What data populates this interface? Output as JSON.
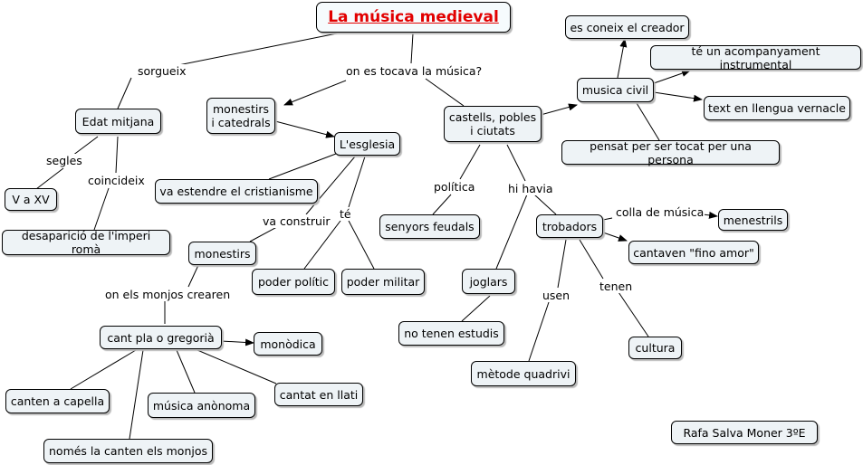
{
  "map": {
    "title": "La música medieval",
    "nodes": {
      "edat_mitjana": "Edat mitjana",
      "v_a_xv": "V a XV",
      "desaparicio": "desaparició de l'imperi romà",
      "monestirs_catedrals": "monestirs\ni catedrals",
      "esglesia": "L'esglesia",
      "estendre": "va estendre el cristianisme",
      "monestirs": "monestirs",
      "poder_politic": "poder polític",
      "poder_militar": "poder militar",
      "cant_pla": "cant pla o gregorià",
      "monodica": "monòdica",
      "capella": "canten a capella",
      "anonoma": "música anònoma",
      "llati": "cantat en llati",
      "monjos": "només la canten els monjos",
      "castells": "castells, pobles\ni ciutats",
      "musica_civil": "musica civil",
      "creador": "es coneix el creador",
      "acompanyament": "té un acompanyament instrumental",
      "vernacle": "text en llengua vernacle",
      "una_persona": "pensat per ser tocat per una persona",
      "senyors": "senyors feudals",
      "joglars": "joglars",
      "estudis": "no tenen estudis",
      "trobadors": "trobadors",
      "menestrils": "menestrils",
      "fino_amor": "cantaven \"fino amor\"",
      "quadrivi": "mètode quadrivi",
      "cultura": "cultura",
      "author": "Rafa Salva Moner    3ºE"
    },
    "labels": {
      "sorgueix": "sorgueix",
      "on_es_tocava": "on es tocava la música?",
      "segles": "segles",
      "coincideix": "coincideix",
      "va_construir": "va construir",
      "te": "té",
      "on_els_monjos": "on els monjos crearen",
      "politica": "política",
      "hi_havia": "hi havia",
      "colla": "colla de música",
      "usen": "usen",
      "tenen": "tenen"
    }
  }
}
